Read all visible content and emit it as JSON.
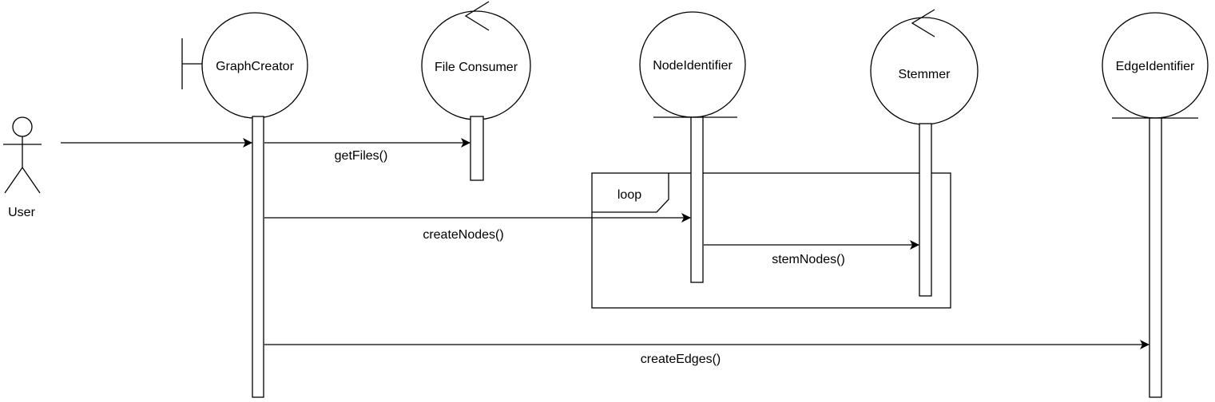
{
  "actor": {
    "label": "User"
  },
  "participants": [
    {
      "id": "graph-creator",
      "label": "GraphCreator",
      "stereotype": "boundary"
    },
    {
      "id": "file-consumer",
      "label": "File Consumer",
      "stereotype": "control"
    },
    {
      "id": "node-identifier",
      "label": "NodeIdentifier",
      "stereotype": "entity"
    },
    {
      "id": "stemmer",
      "label": "Stemmer",
      "stereotype": "control"
    },
    {
      "id": "edge-identifier",
      "label": "EdgeIdentifier",
      "stereotype": "entity"
    }
  ],
  "fragment": {
    "operator": "loop"
  },
  "messages": [
    {
      "from": "User",
      "to": "GraphCreator",
      "label": ""
    },
    {
      "from": "GraphCreator",
      "to": "File Consumer",
      "label": "getFiles()"
    },
    {
      "from": "GraphCreator",
      "to": "NodeIdentifier",
      "label": "createNodes()"
    },
    {
      "from": "NodeIdentifier",
      "to": "Stemmer",
      "label": "stemNodes()"
    },
    {
      "from": "GraphCreator",
      "to": "EdgeIdentifier",
      "label": "createEdges()"
    }
  ]
}
